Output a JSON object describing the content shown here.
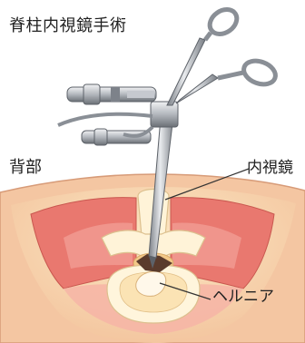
{
  "title": "脊柱内視鏡手術",
  "labels": {
    "back": "背部",
    "endoscope": "内視鏡",
    "hernia": "ヘルニア"
  },
  "colors": {
    "skin": "#f6c9a4",
    "subcutaneous_fat": "#fbe3b8",
    "muscle": "#e8706a",
    "muscle_light": "#f2a29b",
    "bone": "#fff3d6",
    "bone_outline": "#e2c89a",
    "nerve_canal": "#f2c98a",
    "hernia": "#f9d8a2",
    "dark_gap": "#5a3b2c",
    "instrument_light": "#e4e6ea",
    "instrument_mid": "#a9adb4",
    "instrument_dark": "#5d6269"
  },
  "icons": [
    "endoscope-instrument-illustration",
    "spine-cross-section-illustration"
  ]
}
